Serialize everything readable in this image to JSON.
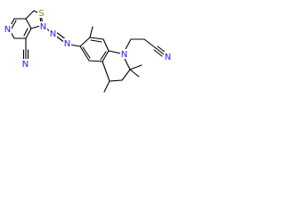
{
  "colors": {
    "background": "#ffffff",
    "bond": "#000000",
    "nitrogen": "#1f1fff",
    "sulfur": "#8a8a00"
  },
  "atoms": {
    "s1": "S",
    "n_isothiazole": "N",
    "n_pyridine": "N",
    "n_azo_1": "N",
    "n_azo_2": "N",
    "n_nitrile_left": "N",
    "n_quinoline": "N",
    "n_nitrile_right": "N"
  }
}
